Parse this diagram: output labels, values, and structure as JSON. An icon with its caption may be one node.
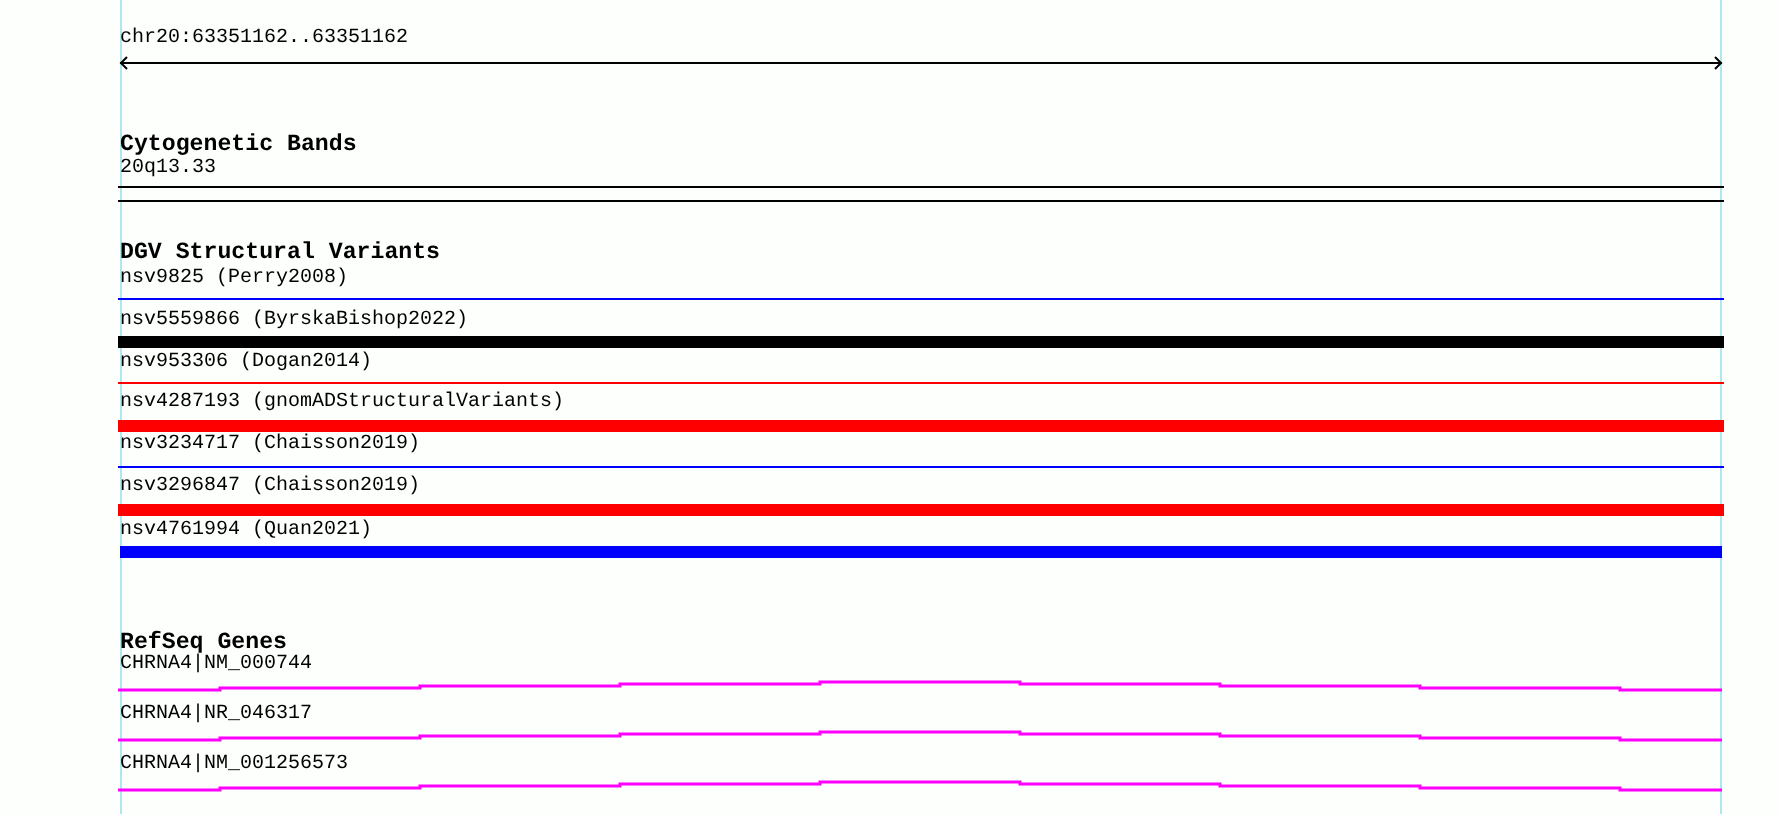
{
  "diagram": {
    "labels": [
      "chr20:63351162..63351162",
      "Cytogenetic Bands",
      "20q13.33",
      "DGV Structural Variants",
      "nsv9825 (Perry2008)",
      "nsv5559866 (ByrskaBishop2022)",
      "nsv953306 (Dogan2014)",
      "nsv4287193 (gnomADStructuralVariants)",
      "nsv3234717 (Chaisson2019)",
      "nsv3296847 (Chaisson2019)",
      "nsv4761994 (Quan2021)",
      "RefSeq Genes",
      "CHRNA4|NM_000744",
      "CHRNA4|NR_046317",
      "CHRNA4|NM_001256573"
    ]
  }
}
